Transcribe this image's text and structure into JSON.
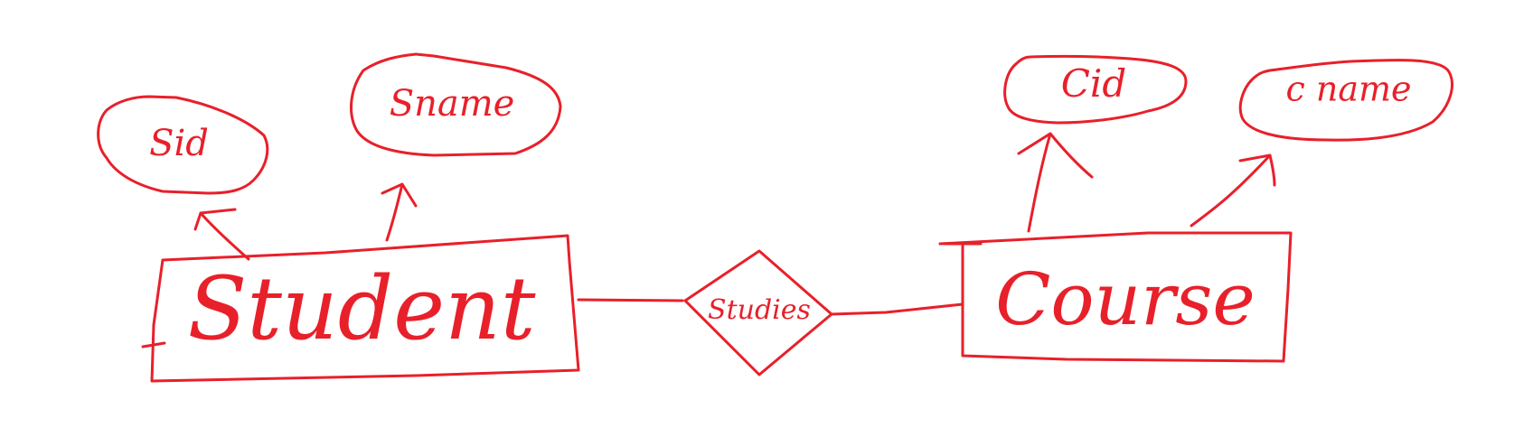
{
  "colors": {
    "ink": "#e8202a",
    "background": "#ffffff"
  },
  "entities": {
    "student": {
      "label": "Student"
    },
    "course": {
      "label": "Course"
    }
  },
  "relationship": {
    "label": "Studies"
  },
  "attributes": {
    "sid": {
      "label": "Sid"
    },
    "sname": {
      "label": "Sname"
    },
    "cid": {
      "label": "Cid"
    },
    "cname": {
      "label": "c name"
    }
  }
}
